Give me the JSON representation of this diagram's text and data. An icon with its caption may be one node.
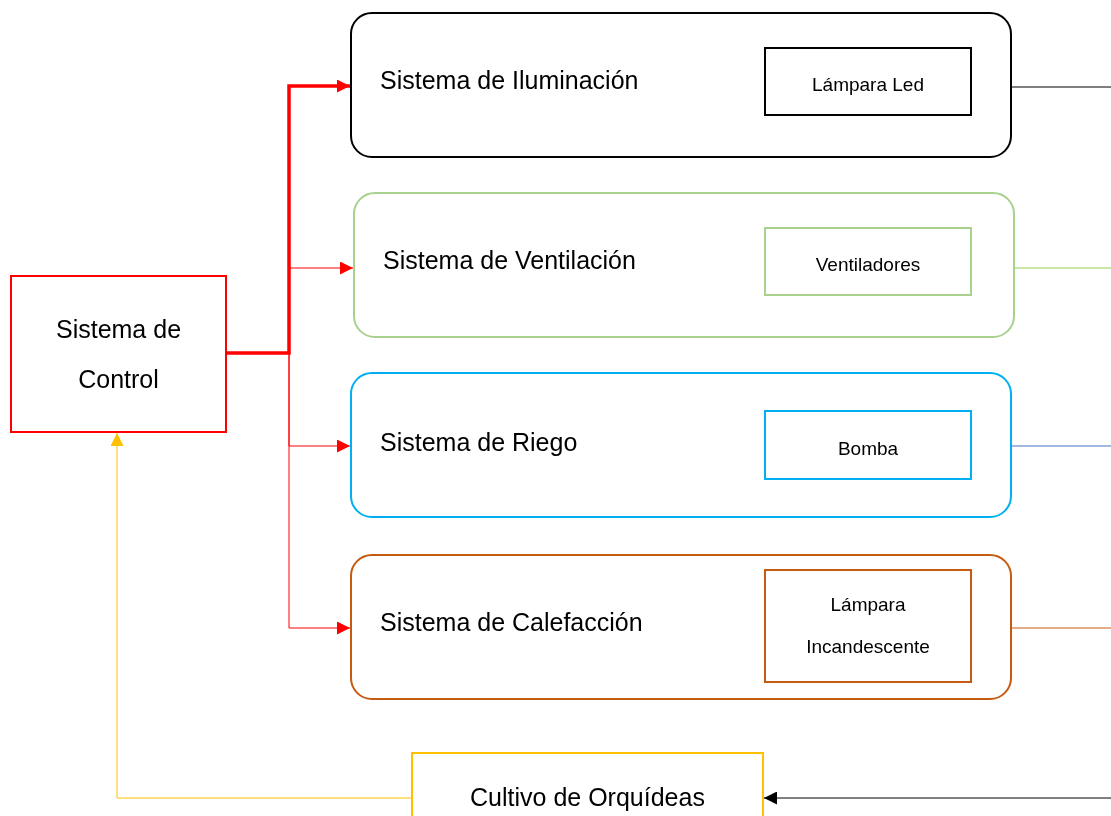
{
  "diagram": {
    "nodes": [
      {
        "text": [
          "Sistema de Control"
        ]
      },
      {
        "text": [
          "Sistema de Iluminación"
        ]
      },
      {
        "text": [
          "Lámpara Led"
        ],
        "in": 1
      },
      {
        "text": [
          "Sistema de Ventilación"
        ]
      },
      {
        "text": [
          "Ventiladores"
        ],
        "in": 3
      },
      {
        "text": [
          "Sistema de Riego"
        ]
      },
      {
        "text": [
          "Bomba"
        ],
        "in": 5
      },
      {
        "text": [
          "Sistema de Calefacción"
        ]
      },
      {
        "text": [
          "Lámpara Incandescente"
        ],
        "in": 7
      },
      {
        "text": [
          "Cultivo de Orquídeas"
        ]
      }
    ],
    "edges": [
      {
        "from": 0,
        "to": 1,
        "arrow": "to",
        "style": "thick"
      },
      {
        "from": 0,
        "to": 3,
        "arrow": "to"
      },
      {
        "from": 0,
        "to": 5,
        "arrow": "to"
      },
      {
        "from": 0,
        "to": 7,
        "arrow": "to"
      },
      {
        "from": 1,
        "to": null,
        "arrow": "none",
        "color": "#000000"
      },
      {
        "from": 3,
        "to": null,
        "arrow": "none",
        "color": "#92d050"
      },
      {
        "from": 5,
        "to": null,
        "arrow": "none",
        "color": "#4472c4"
      },
      {
        "from": 7,
        "to": null,
        "arrow": "none",
        "color": "#c55a11"
      },
      {
        "from": null,
        "to": 9,
        "arrow": "to",
        "color": "#000000"
      },
      {
        "from": 9,
        "to": 0,
        "arrow": "to",
        "color": "#ffc000"
      }
    ]
  }
}
